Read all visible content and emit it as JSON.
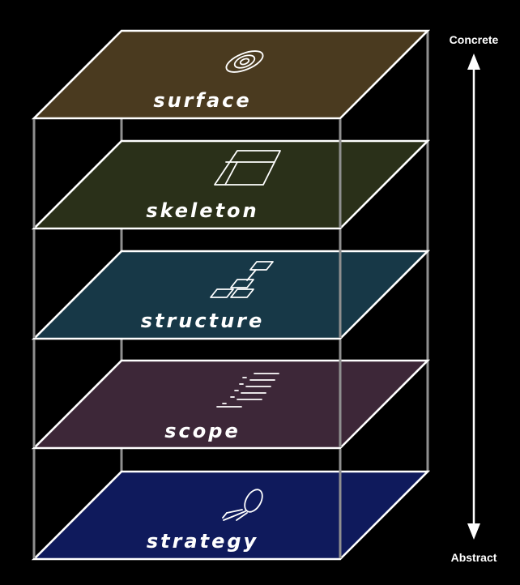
{
  "layers": [
    {
      "label": "surface",
      "icon": "eye-icon",
      "fill": "#4a3a1f"
    },
    {
      "label": "skeleton",
      "icon": "wireframe-icon",
      "fill": "#2a3019"
    },
    {
      "label": "structure",
      "icon": "sitemap-icon",
      "fill": "#173847"
    },
    {
      "label": "scope",
      "icon": "list-icon",
      "fill": "#3d2738"
    },
    {
      "label": "strategy",
      "icon": "lightbulb-icon",
      "fill": "#0f1a5c"
    }
  ],
  "axis": {
    "top_label": "Concrete",
    "bottom_label": "Abstract",
    "arrow": "double-headed-arrow"
  },
  "colors": {
    "background": "#000000",
    "outline": "#ffffff",
    "frame": "#8f8f8f"
  }
}
